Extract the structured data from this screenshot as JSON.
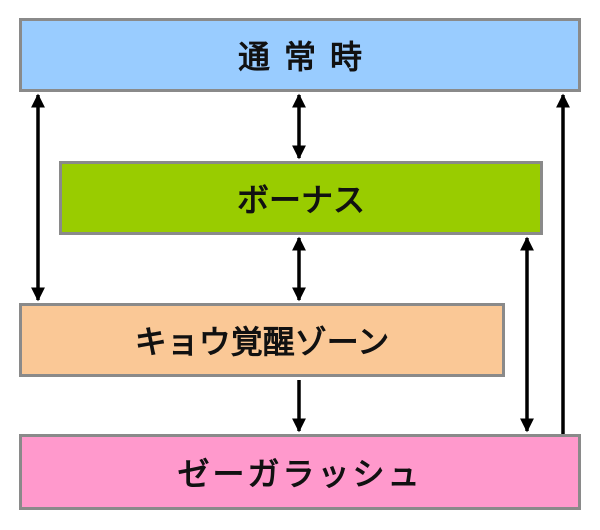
{
  "nodes": {
    "normal": {
      "label": "通常時",
      "color": "#99ccff"
    },
    "bonus": {
      "label": "ボーナス",
      "color": "#99cc00"
    },
    "kyou": {
      "label": "キョウ覚醒ゾーン",
      "color": "#fac896"
    },
    "zega": {
      "label": "ゼーガラッシュ",
      "color": "#ff99cc"
    }
  },
  "edges": [
    {
      "from": "normal",
      "to": "kyou",
      "direction": "both"
    },
    {
      "from": "normal",
      "to": "bonus",
      "direction": "both"
    },
    {
      "from": "bonus",
      "to": "kyou",
      "direction": "both"
    },
    {
      "from": "kyou",
      "to": "zega",
      "direction": "forward"
    },
    {
      "from": "bonus",
      "to": "zega",
      "direction": "both"
    },
    {
      "from": "zega",
      "to": "normal",
      "direction": "forward"
    }
  ]
}
